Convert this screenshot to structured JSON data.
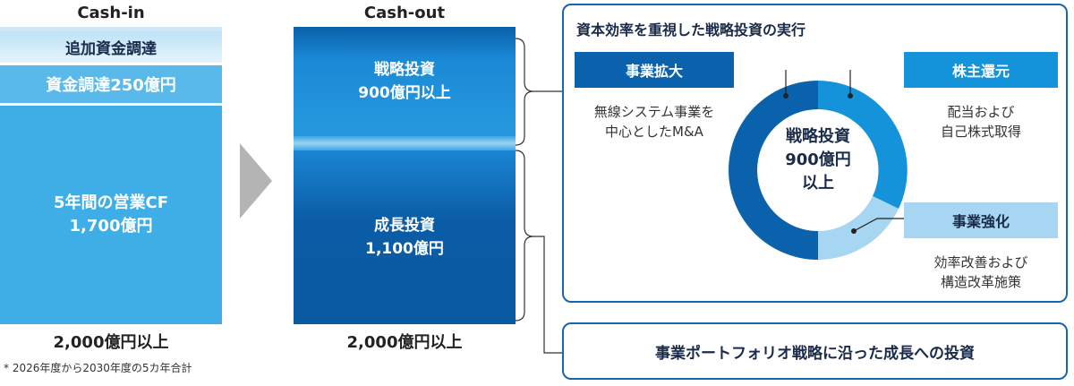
{
  "cash_in": {
    "title": "Cash-in",
    "additional_funding": "追加資金調達",
    "fundraising": "資金調達250億円",
    "operating_cf_line1": "5年間の営業CF",
    "operating_cf_line2": "1,700億円",
    "total": "2,000億円以上",
    "footnote": "* 2026年度から2030年度の5カ年合計"
  },
  "cash_out": {
    "title": "Cash-out",
    "strategic_line1": "戦略投資",
    "strategic_line2": "900億円以上",
    "growth_line1": "成長投資",
    "growth_line2": "1,100億円",
    "total": "2,000億円以上"
  },
  "strategy_panel": {
    "title": "資本効率を重視した戦略投資の実行",
    "expansion": {
      "label": "事業拡大",
      "desc_line1": "無線システム事業を",
      "desc_line2": "中心としたM&A"
    },
    "returns": {
      "label": "株主還元",
      "desc_line1": "配当および",
      "desc_line2": "自己株式取得"
    },
    "strengthening": {
      "label": "事業強化",
      "desc_line1": "効率改善および",
      "desc_line2": "構造改革施策"
    },
    "donut_line1": "戦略投資",
    "donut_line2": "900億円",
    "donut_line3": "以上"
  },
  "growth_box": {
    "text": "事業ポートフォリオ戦略に沿った成長への投資"
  },
  "colors": {
    "dark_blue": "#0a62ad",
    "mid_blue": "#1493db",
    "light_blue": "#a7d6f2",
    "border_blue": "#1a66ad"
  }
}
